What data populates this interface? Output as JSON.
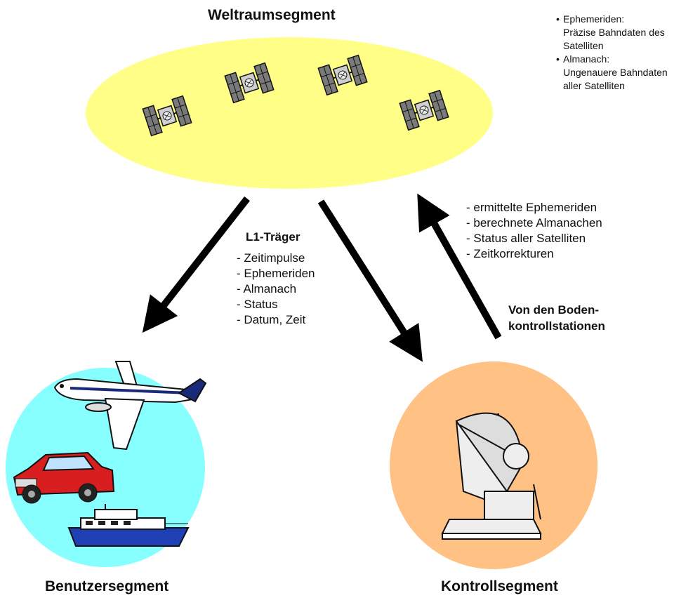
{
  "segments": {
    "space": {
      "label": "Weltraumsegment",
      "color": "#ffff88"
    },
    "user": {
      "label": "Benutzersegment",
      "color": "#88ffff"
    },
    "control": {
      "label": "Kontrollsegment",
      "color": "#ffc184"
    }
  },
  "legend": {
    "bullet": "•",
    "items": [
      {
        "lines": [
          "Ephemeriden:",
          "Präzise Bahndaten des",
          "Satelliten"
        ]
      },
      {
        "lines": [
          "Almanach:",
          "Ungenauere Bahndaten",
          "aller Satelliten"
        ]
      }
    ]
  },
  "downlink": {
    "title": "L1-Träger",
    "items": [
      "- Zeitimpulse",
      "- Ephemeriden",
      "- Almanach",
      "- Status",
      "- Datum, Zeit"
    ]
  },
  "uplink": {
    "title_lines": [
      "Von den Boden-",
      "kontrollstationen"
    ],
    "items": [
      "- ermittelte Ephemeriden",
      "- berechnete Almanachen",
      "- Status aller Satelliten",
      "- Zeitkorrekturen"
    ]
  },
  "icons": [
    "satellite-icon",
    "airplane-icon",
    "car-icon",
    "boat-icon",
    "satellite-dish-icon"
  ]
}
